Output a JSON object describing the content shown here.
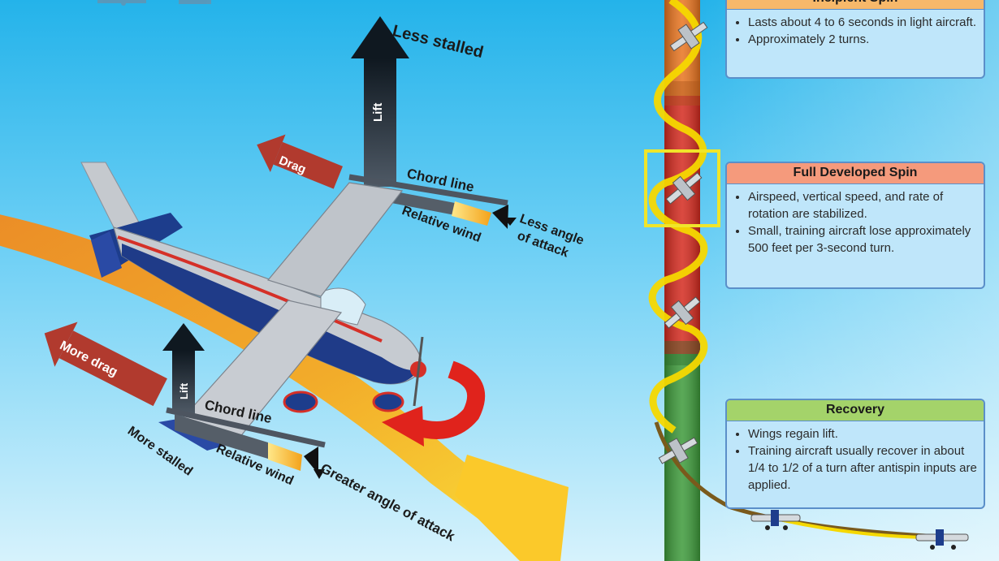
{
  "labels": {
    "less_stalled": "Less stalled",
    "lift_top": "Lift",
    "drag": "Drag",
    "chord_line_top": "Chord line",
    "relative_wind_top": "Relative wind",
    "less_angle_line1": "Less angle",
    "less_angle_line2": "of attack",
    "more_drag": "More drag",
    "lift_bottom": "Lift",
    "chord_line_bottom": "Chord line",
    "more_stalled": "More stalled",
    "relative_wind_bottom": "Relative wind",
    "greater_angle": "Greater angle of attack"
  },
  "phases": [
    {
      "title": "Incipient Spin",
      "color": "#f7b86a",
      "bullets": [
        "Lasts about 4 to 6 seconds in light aircraft.",
        "Approximately 2 turns."
      ]
    },
    {
      "title": "Full Developed Spin",
      "color": "#f59a7c",
      "bullets": [
        "Airspeed, vertical speed, and rate of rotation are stabilized.",
        "Small, training aircraft lose approximately 500 feet per 3-second turn."
      ]
    },
    {
      "title": "Recovery",
      "color": "#a4d36a",
      "bullets": [
        "Wings regain lift.",
        "Training aircraft usually recover in about 1/4 to 1/2 of a turn after antispin inputs are applied."
      ]
    }
  ],
  "colors": {
    "column_incipient": "#e8741f",
    "column_developed": "#d42a1f",
    "column_recovery": "#3d9a3a",
    "spiral": "#f5d800",
    "highlight": "#f0e52a",
    "flight_path": "#f7a21d"
  }
}
